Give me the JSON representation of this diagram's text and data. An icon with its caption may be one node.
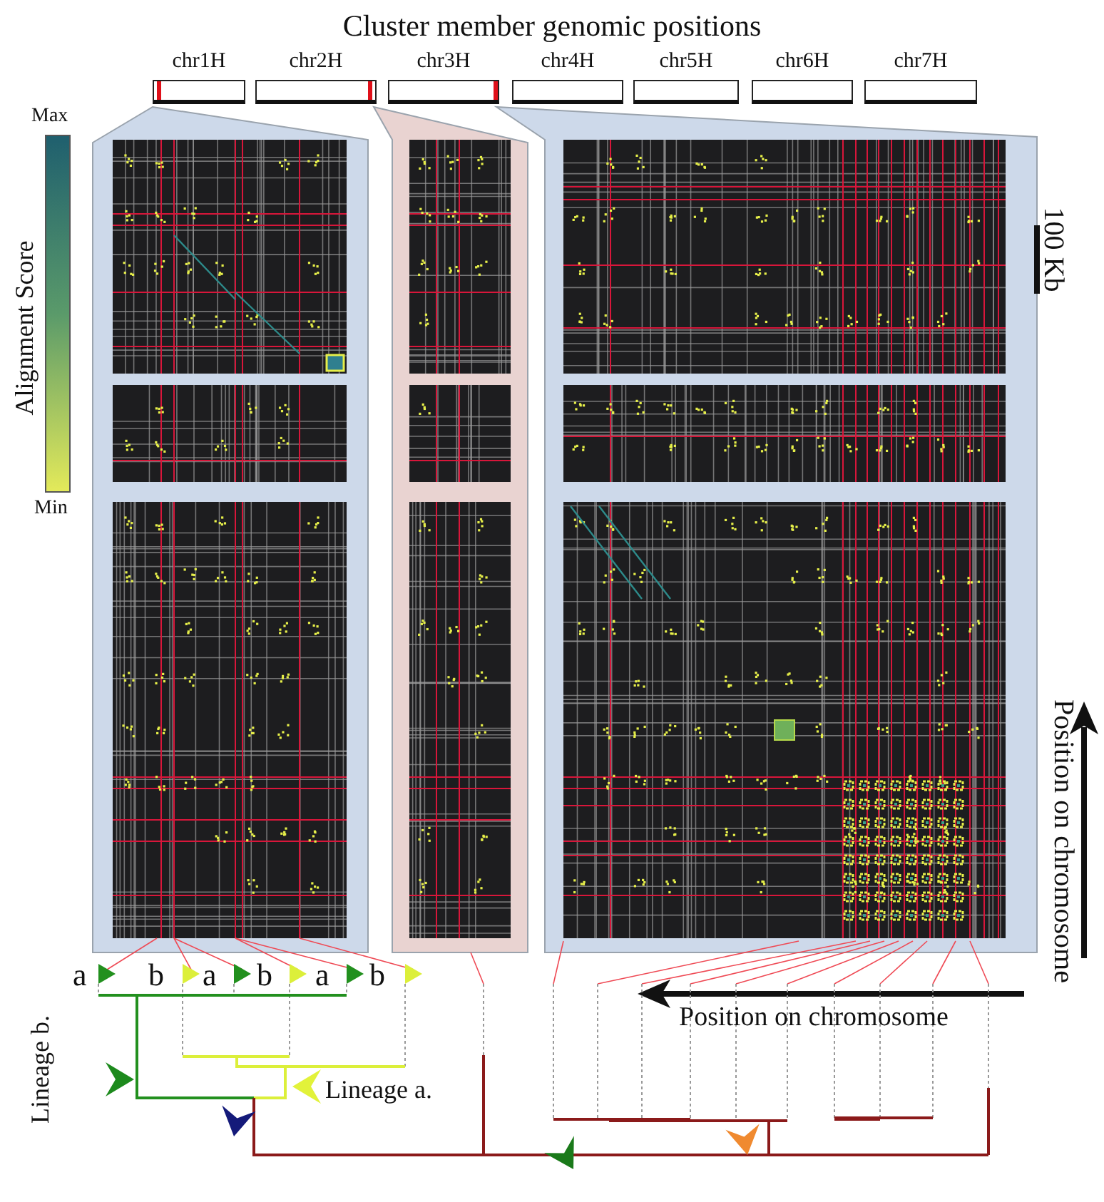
{
  "diagram": {
    "title": "Cluster member genomic positions",
    "nodes": [
      {
        "text": [
          "chr1H"
        ]
      },
      {
        "text": [
          "chr2H"
        ]
      },
      {
        "text": [
          "chr3H"
        ]
      },
      {
        "text": [
          "chr4H"
        ]
      },
      {
        "text": [
          "chr5H"
        ]
      },
      {
        "text": [
          "chr6H"
        ]
      },
      {
        "text": [
          "chr7H"
        ]
      }
    ],
    "labels": [
      "Max",
      "100 Kb",
      "Alignment Score",
      "Min",
      "Position on chromosome",
      "a",
      "b",
      "a",
      "b",
      "a",
      "b",
      "Position on chromosome",
      "Lineage b.",
      "Lineage a."
    ]
  }
}
